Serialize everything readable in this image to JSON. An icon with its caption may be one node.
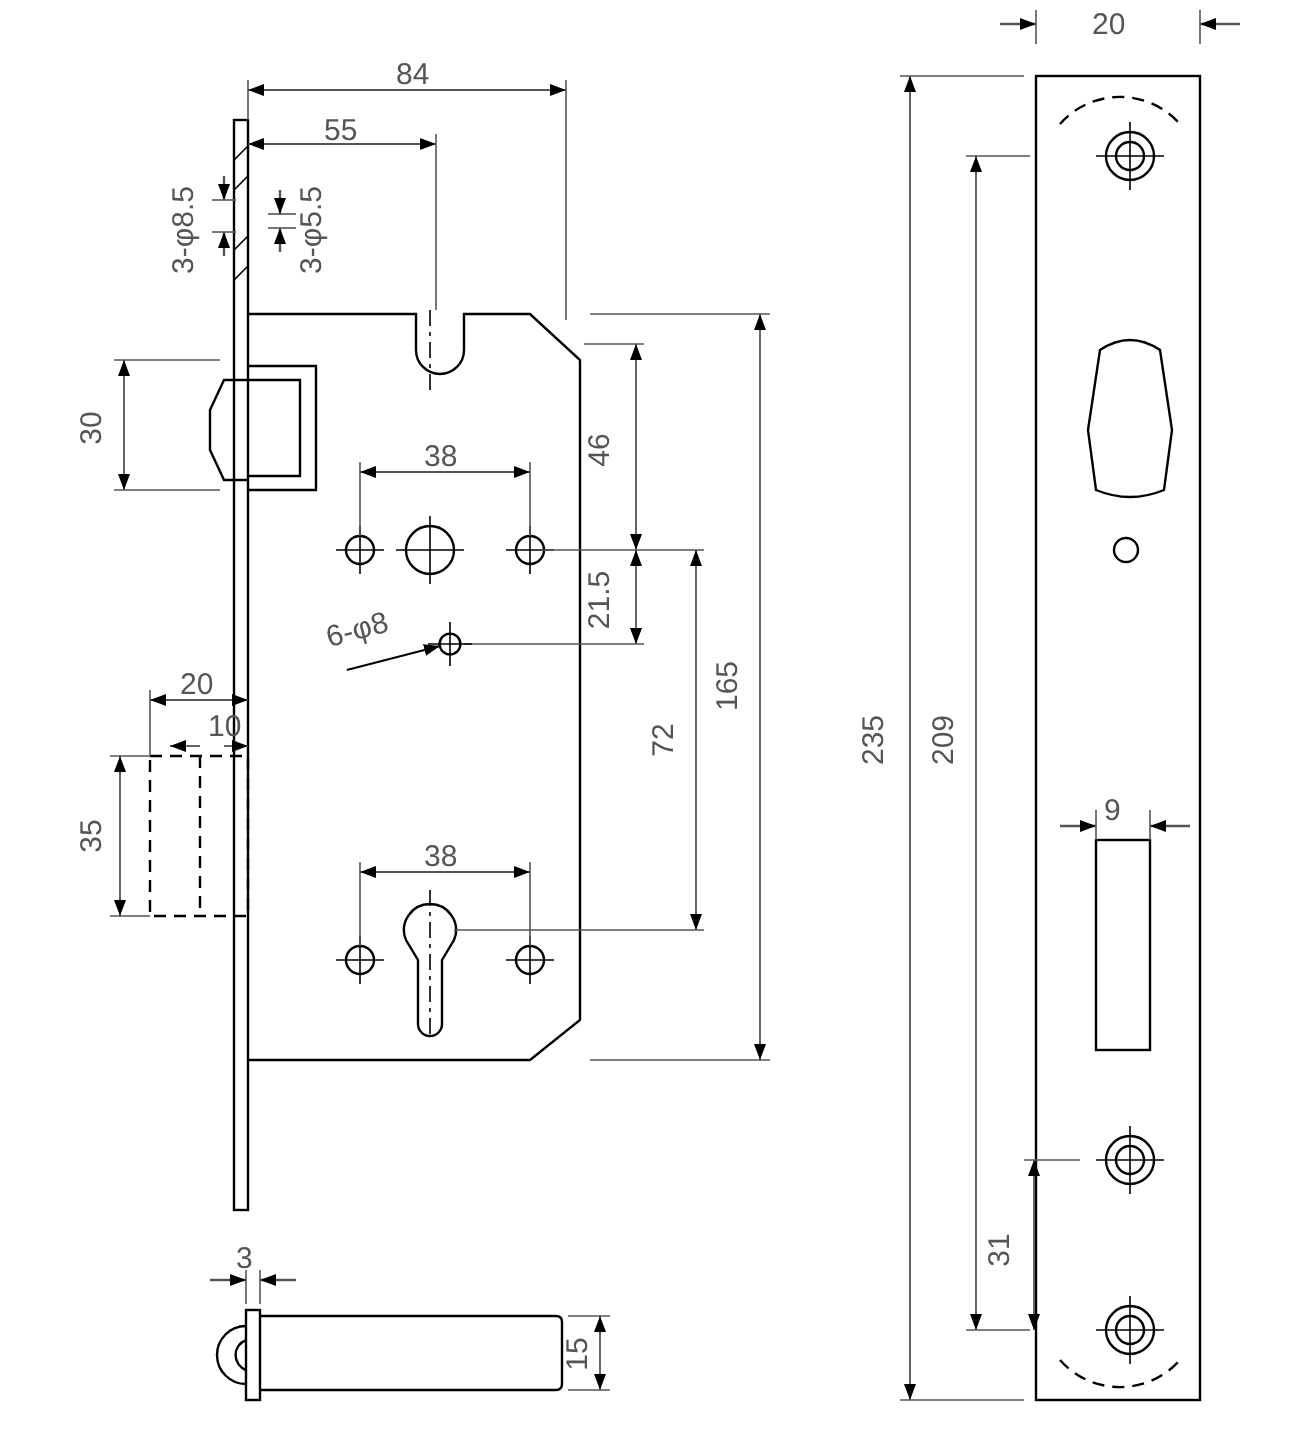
{
  "diagram": {
    "nodes": [
      {
        "text": [
          "6-φ8"
        ]
      },
      {
        "text": [],
        "shape": "circle"
      }
    ],
    "edges": [
      {
        "from": 0,
        "to": 1,
        "arrow": "to"
      }
    ],
    "labels": [
      "20",
      "84",
      "55",
      "3-φ8.5",
      "3-φ5.5",
      "30",
      "38",
      "46",
      "21.5",
      "165",
      "20",
      "10",
      "72",
      "235",
      "209",
      "35",
      "9",
      "38",
      "31",
      "3",
      "15"
    ]
  }
}
